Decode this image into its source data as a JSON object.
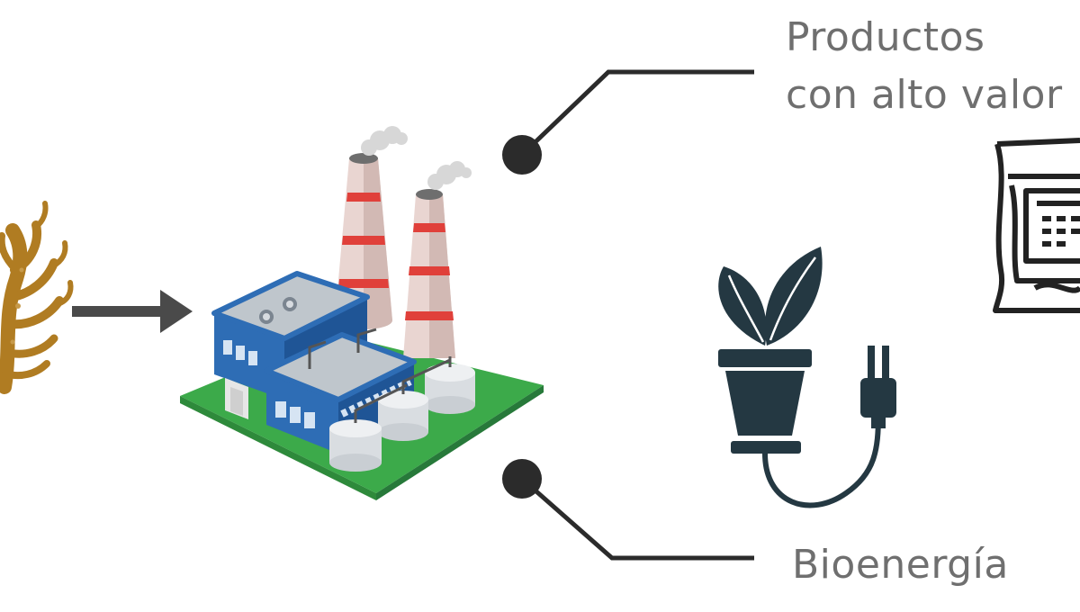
{
  "labels": {
    "products_line1": "Productos",
    "products_line2": "con alto valor",
    "bioenergy": "Bioenergía"
  },
  "icons": {
    "input": "seaweed-icon",
    "arrow": "arrow-right-icon",
    "plant": "factory-icon",
    "product": "package-bag-icon",
    "energy": "plant-pot-plug-icon"
  },
  "colors": {
    "seaweed": "#b07c22",
    "arrow": "#4a4a4a",
    "factory_blue": "#2e6db5",
    "ground_green": "#3caa4a",
    "stack_red": "#e0403a",
    "dark_icon": "#243842",
    "connector": "#2b2b2b",
    "text": "#6f6f6f"
  }
}
